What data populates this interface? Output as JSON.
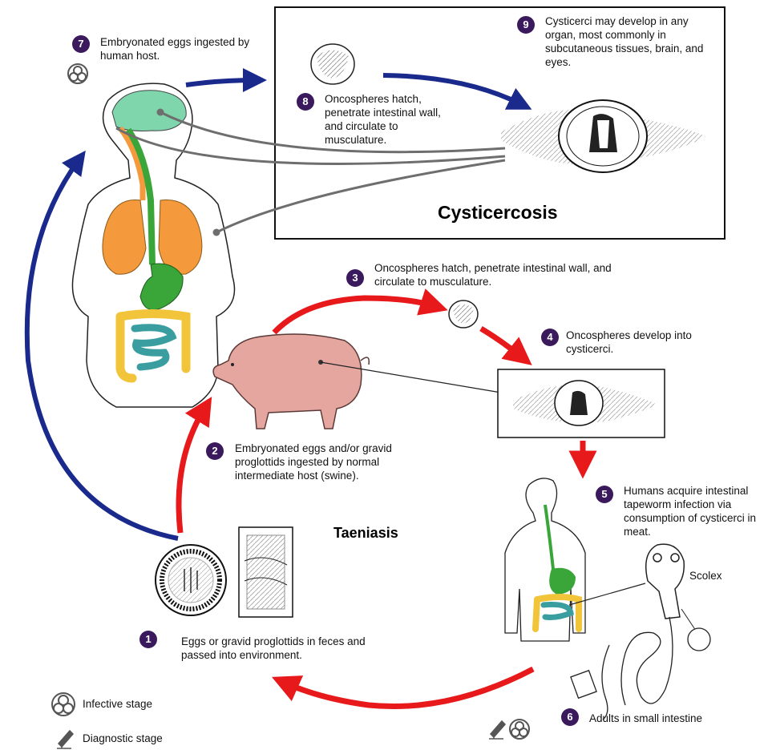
{
  "diagram": {
    "steps": [
      {
        "number": "1",
        "text": "Eggs or gravid proglottids in feces and passed into environment."
      },
      {
        "number": "2",
        "text": "Embryonated eggs and/or gravid proglottids ingested by normal intermediate host (swine)."
      },
      {
        "number": "3",
        "text": "Oncospheres hatch, penetrate intestinal wall, and circulate to musculature."
      },
      {
        "number": "4",
        "text": "Oncospheres develop into cysticerci."
      },
      {
        "number": "5",
        "text": "Humans acquire intestinal tapeworm infection via consumption of cysticerci in meat."
      },
      {
        "number": "6",
        "text": "Adults in small intestine"
      },
      {
        "number": "7",
        "text": "Embryonated eggs ingested by human host."
      },
      {
        "number": "8",
        "text": "Oncospheres hatch, penetrate intestinal wall, and circulate to musculature."
      },
      {
        "number": "9",
        "text": "Cysticerci may develop in any organ, most commonly in subcutaneous tissues, brain, and eyes."
      }
    ],
    "labels": {
      "cysticercosis": "Cysticercosis",
      "taeniasis": "Taeniasis",
      "scolex": "Scolex"
    },
    "legend": {
      "infective": "Infective stage",
      "diagnostic": "Diagnostic stage"
    },
    "icons": {
      "infective": "biohazard-icon",
      "diagnostic": "microscope-icon"
    },
    "colors": {
      "badge": "#3a1a5c",
      "arrow_red": "#e8191b",
      "arrow_blue": "#1a2a8c",
      "connector_gray": "#6e6e6e",
      "brain": "#7fd6ad",
      "lungs": "#f59a3c",
      "digestive": "#3aa63a",
      "large_intestine": "#f2c43a",
      "small_intestine": "#3a9ea0",
      "pig": "#e6a6a0"
    }
  }
}
